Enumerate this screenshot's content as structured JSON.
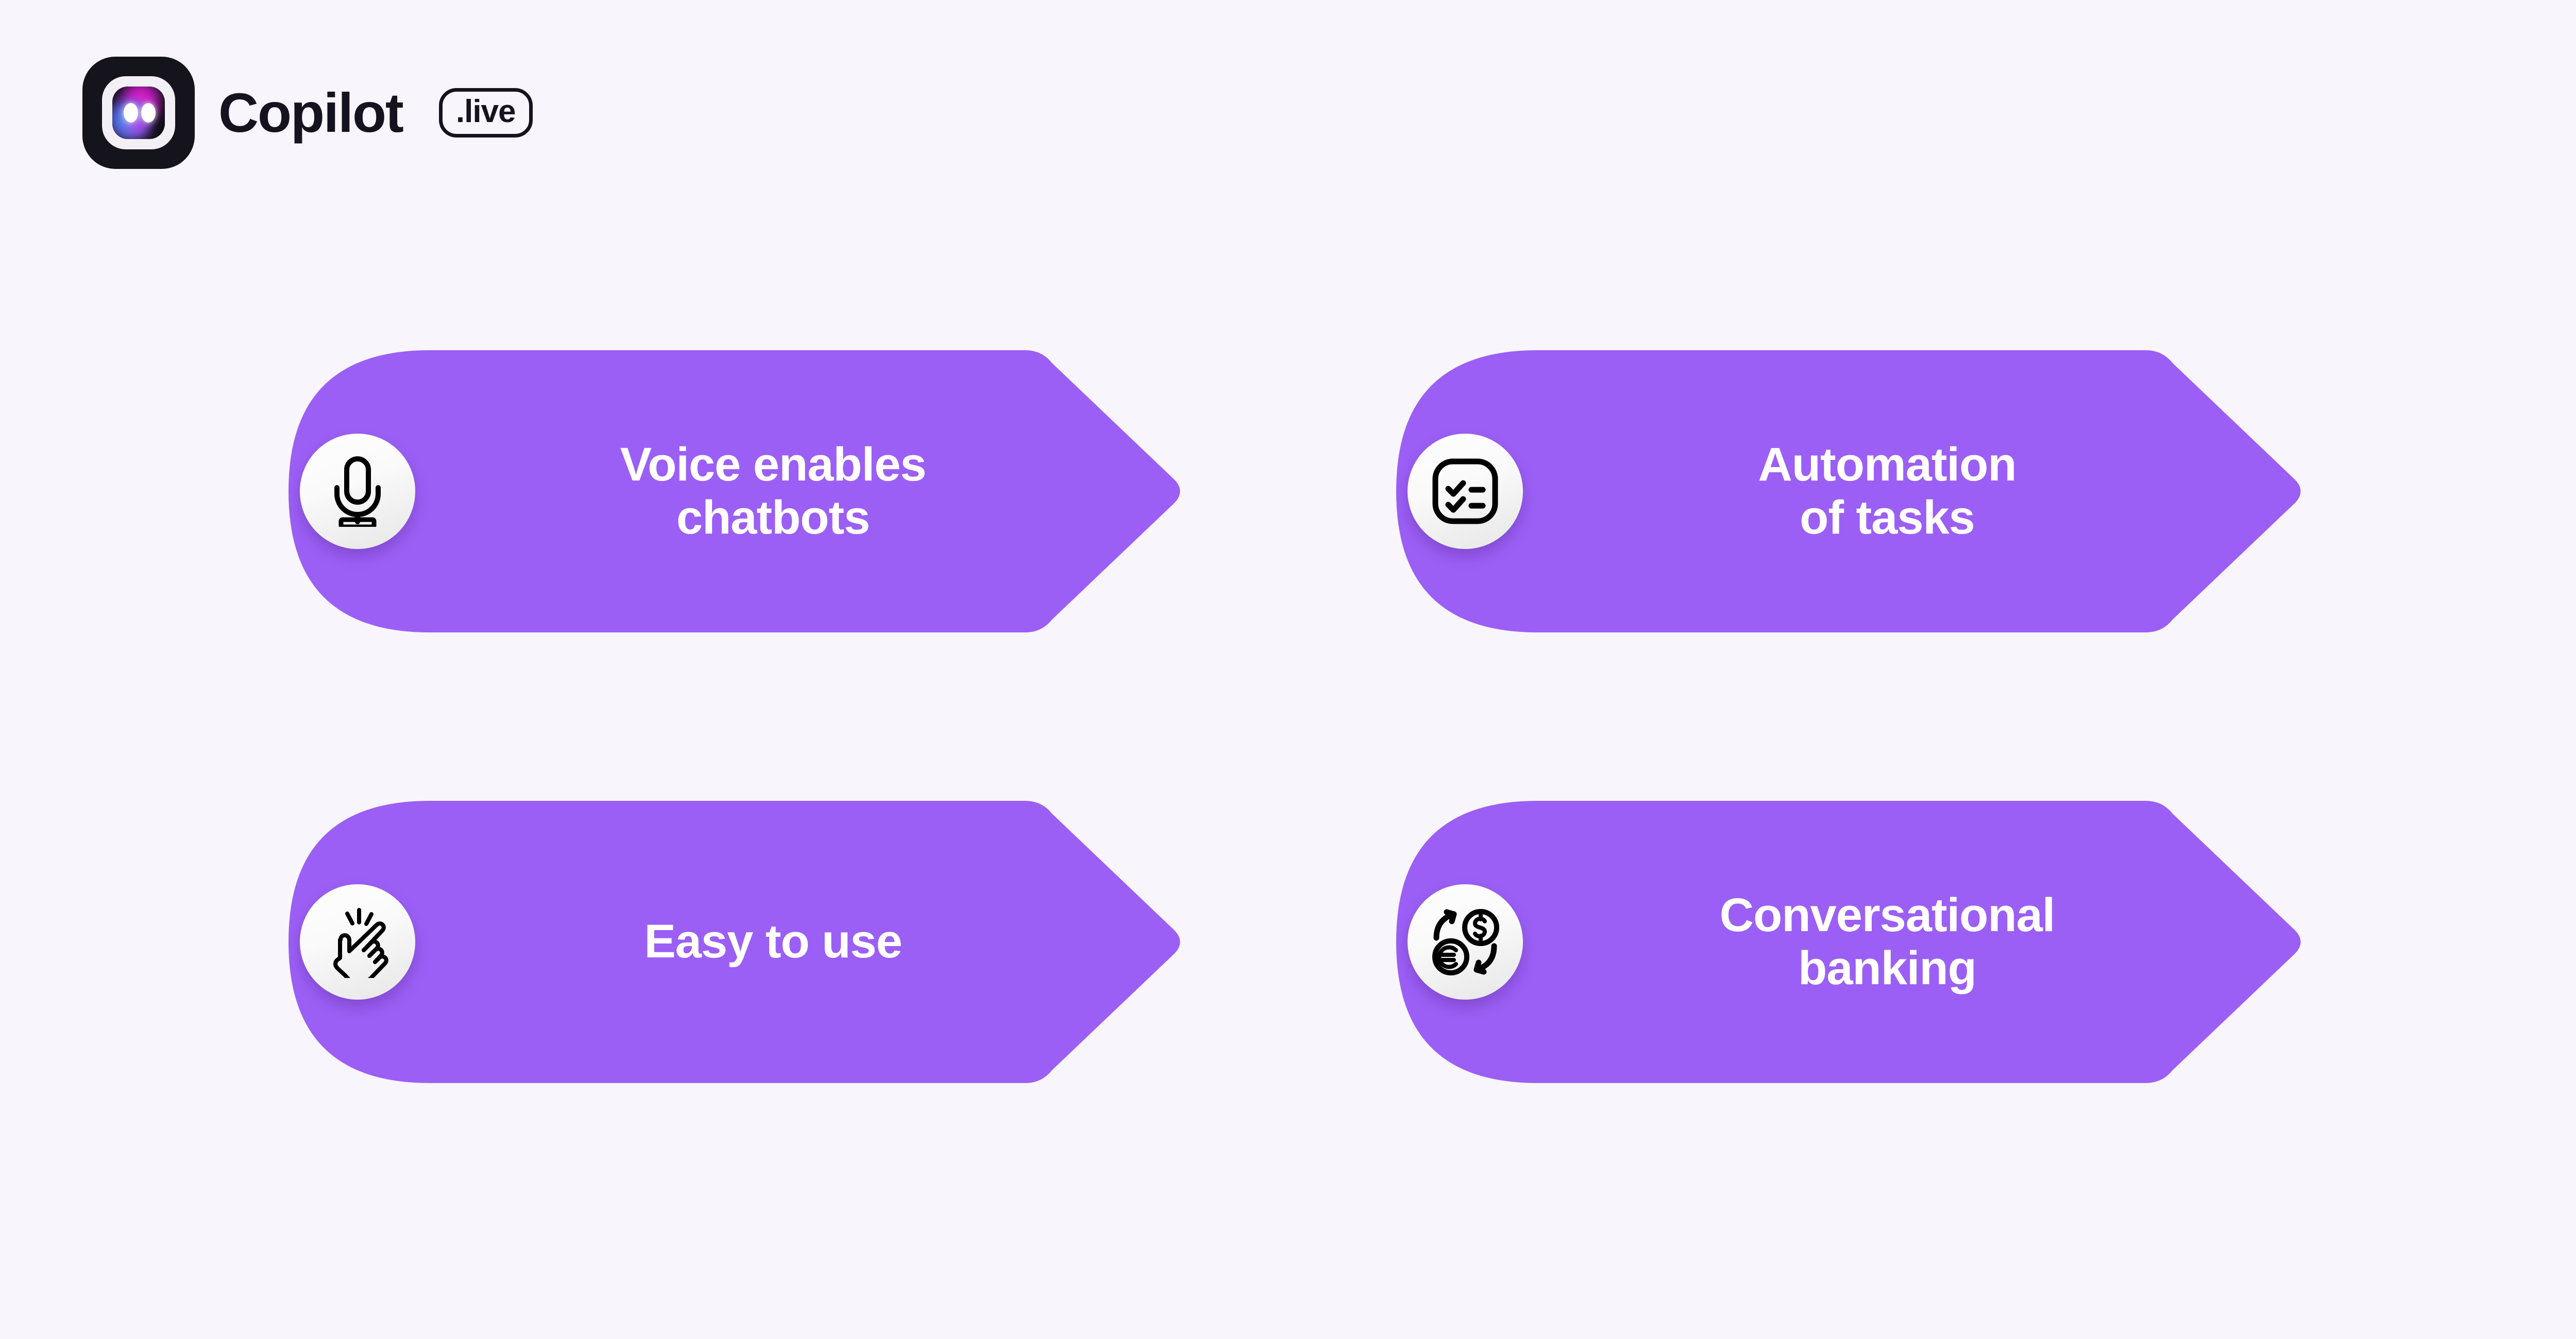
{
  "page": {
    "background_color": "#F9F5FC",
    "accent_color": "#9B5FF5",
    "text_on_accent_color": "#FFFFFF",
    "brand_ink_color": "#15131F"
  },
  "brand": {
    "logo_icon": "copilot-face-icon",
    "wordmark": "Copilot",
    "chip_label": ".live"
  },
  "features": [
    {
      "id": "voice",
      "icon": "microphone-icon",
      "label": "Voice enables\nchatbots"
    },
    {
      "id": "automation",
      "icon": "checklist-icon",
      "label": "Automation\nof tasks"
    },
    {
      "id": "easy",
      "icon": "tap-hand-icon",
      "label": "Easy to use"
    },
    {
      "id": "banking",
      "icon": "currency-exchange-icon",
      "label": "Conversational\nbanking"
    }
  ]
}
